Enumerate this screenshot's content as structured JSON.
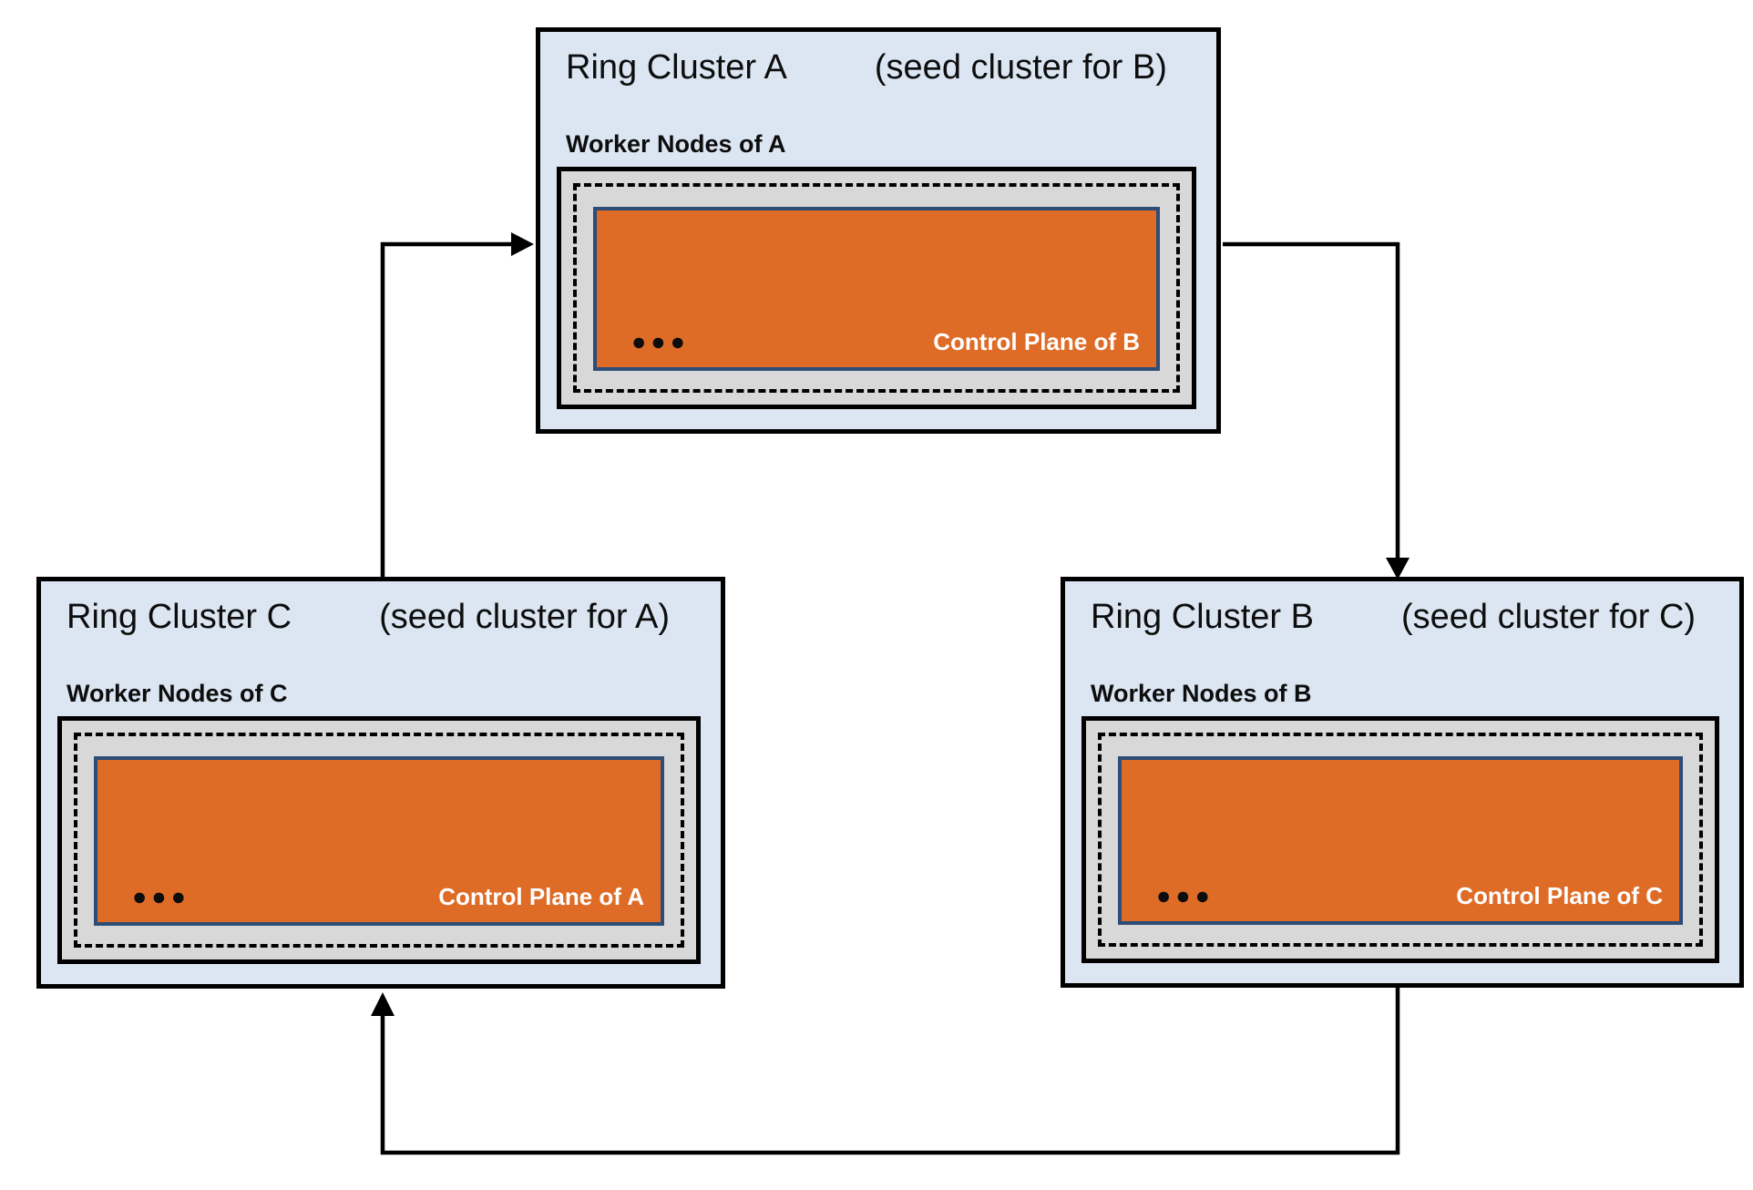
{
  "colors": {
    "cluster_fill": "#dbe6f2",
    "cluster_border": "#000000",
    "worker_fill": "#d8d8d8",
    "control_fill": "#de6c27",
    "control_border": "#2e4d76",
    "control_text": "#ffffff",
    "arrow": "#000000"
  },
  "clusters": [
    {
      "name": "Ring Cluster A",
      "seed_note": "(seed cluster for B)",
      "worker_label": "Worker Nodes of A",
      "control_plane_label": "Control Plane of B",
      "dots": "●●●"
    },
    {
      "name": "Ring Cluster B",
      "seed_note": "(seed cluster for C)",
      "worker_label": "Worker Nodes of B",
      "control_plane_label": "Control Plane of C",
      "dots": "●●●"
    },
    {
      "name": "Ring Cluster C",
      "seed_note": "(seed cluster for A)",
      "worker_label": "Worker Nodes of C",
      "control_plane_label": "Control Plane of A",
      "dots": "●●●"
    }
  ],
  "arrows": [
    {
      "from": "Ring Cluster A",
      "to": "Ring Cluster B"
    },
    {
      "from": "Ring Cluster B",
      "to": "Ring Cluster C"
    },
    {
      "from": "Ring Cluster C",
      "to": "Ring Cluster A"
    }
  ]
}
